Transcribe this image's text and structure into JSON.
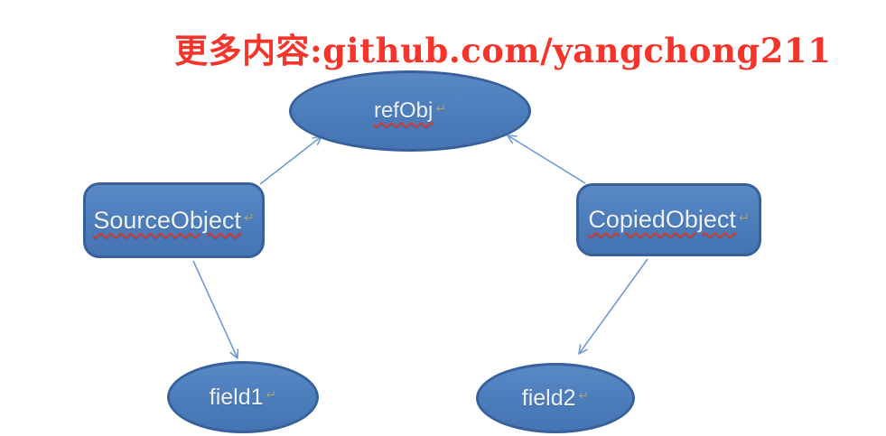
{
  "annotation": {
    "text": "更多内容:github.com/yangchong211",
    "color": "#f5352b"
  },
  "diagram": {
    "nodes": [
      {
        "id": "refObj",
        "label": "refObj",
        "shape": "ellipse",
        "misspell_underline": true
      },
      {
        "id": "SourceObject",
        "label": "SourceObject",
        "shape": "rounded-rect",
        "misspell_underline": true
      },
      {
        "id": "CopiedObject",
        "label": "CopiedObject",
        "shape": "rounded-rect",
        "misspell_underline": true
      },
      {
        "id": "field1",
        "label": "field1",
        "shape": "ellipse",
        "misspell_underline": false
      },
      {
        "id": "field2",
        "label": "field2",
        "shape": "ellipse",
        "misspell_underline": false
      }
    ],
    "edges": [
      {
        "from": "SourceObject",
        "to": "refObj"
      },
      {
        "from": "CopiedObject",
        "to": "refObj"
      },
      {
        "from": "SourceObject",
        "to": "field1"
      },
      {
        "from": "CopiedObject",
        "to": "field2"
      }
    ],
    "return_mark": "↵",
    "colors": {
      "node_fill": "#4c7dbb",
      "node_border": "#38619b",
      "node_text": "#edf1f7",
      "arrow": "#6f9bd4",
      "squiggle": "#d03b34",
      "return_mark": "#b9ab7e",
      "annotation_red": "#f5352b",
      "background": "#ffffff"
    }
  }
}
